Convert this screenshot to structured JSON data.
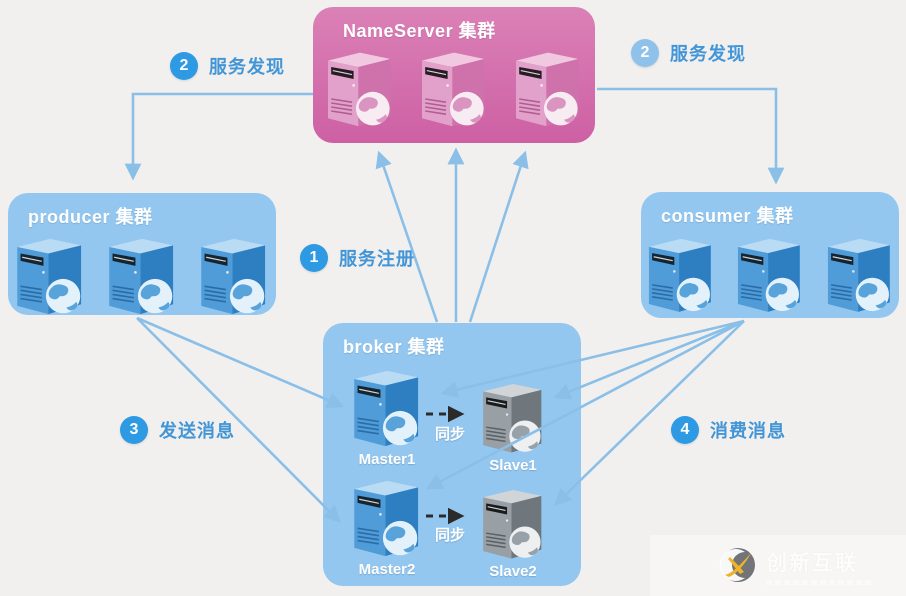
{
  "colors": {
    "background": "#f2f0ee",
    "box_blue": "#93c7f0",
    "box_pink": "#d877af",
    "badge_blue": "#2d9ae3",
    "badge_light_blue": "#8fc2eb",
    "label_blue": "#4295d6",
    "arrow_blue": "#8abfe8",
    "sync_arrow_dark": "#2b2b2b",
    "watermark_yellow": "#f0b429"
  },
  "clusters": {
    "nameserver": {
      "title": "NameServer 集群",
      "server_count": 3
    },
    "producer": {
      "title": "producer 集群",
      "server_count": 3
    },
    "consumer": {
      "title": "consumer 集群",
      "server_count": 3
    },
    "broker": {
      "title": "broker 集群",
      "pairs": [
        {
          "master": "Master1",
          "slave": "Slave1",
          "sync_label": "同步"
        },
        {
          "master": "Master2",
          "slave": "Slave2",
          "sync_label": "同步"
        }
      ]
    }
  },
  "steps": {
    "register": {
      "num": "1",
      "label": "服务注册"
    },
    "discover_left": {
      "num": "2",
      "label": "服务发现"
    },
    "discover_right": {
      "num": "2",
      "label": "服务发现"
    },
    "send": {
      "num": "3",
      "label": "发送消息"
    },
    "consume": {
      "num": "4",
      "label": "消费消息"
    }
  },
  "edges": [
    {
      "from": "nameserver",
      "to": "producer",
      "step": "2 服务发现"
    },
    {
      "from": "nameserver",
      "to": "consumer",
      "step": "2 服务发现"
    },
    {
      "from": "broker",
      "to": "nameserver",
      "step": "1 服务注册",
      "lines": 3
    },
    {
      "from": "producer",
      "to": "Master1",
      "step": "3 发送消息"
    },
    {
      "from": "producer",
      "to": "Master2",
      "step": "3 发送消息"
    },
    {
      "from": "consumer",
      "to": "Master1",
      "step": "4 消费消息"
    },
    {
      "from": "consumer",
      "to": "Slave1",
      "step": "4 消费消息"
    },
    {
      "from": "consumer",
      "to": "Master2",
      "step": "4 消费消息"
    },
    {
      "from": "consumer",
      "to": "Slave2",
      "step": "4 消费消息"
    },
    {
      "from": "Master1",
      "to": "Slave1",
      "label": "同步",
      "style": "dashed-sync"
    },
    {
      "from": "Master2",
      "to": "Slave2",
      "label": "同步",
      "style": "dashed-sync"
    }
  ],
  "watermark": {
    "brand": "创新互联"
  }
}
